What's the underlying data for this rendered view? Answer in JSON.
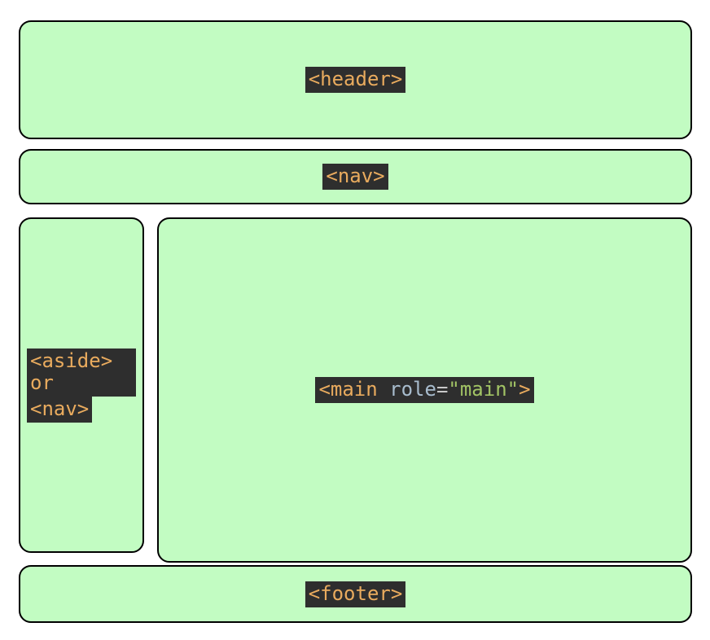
{
  "palette": {
    "page_bg": "#ffffff",
    "box_fill": "#c2fcc2",
    "box_border": "#000000",
    "label_bg": "#2e2e2e",
    "tag_text": "#e9ab5e",
    "attr_name_text": "#a8bccd",
    "equals_text": "#c8c8c8",
    "attr_value_text": "#a2c465"
  },
  "boxes": {
    "header": {
      "label": "<header>"
    },
    "nav": {
      "label": "<nav>"
    },
    "sidebar": {
      "label_lines": [
        "<aside>",
        "or",
        "<nav>"
      ]
    },
    "main": {
      "label_parts": [
        "<main ",
        "role",
        "=",
        "\"main\"",
        ">"
      ]
    },
    "footer": {
      "label": "<footer>"
    }
  }
}
